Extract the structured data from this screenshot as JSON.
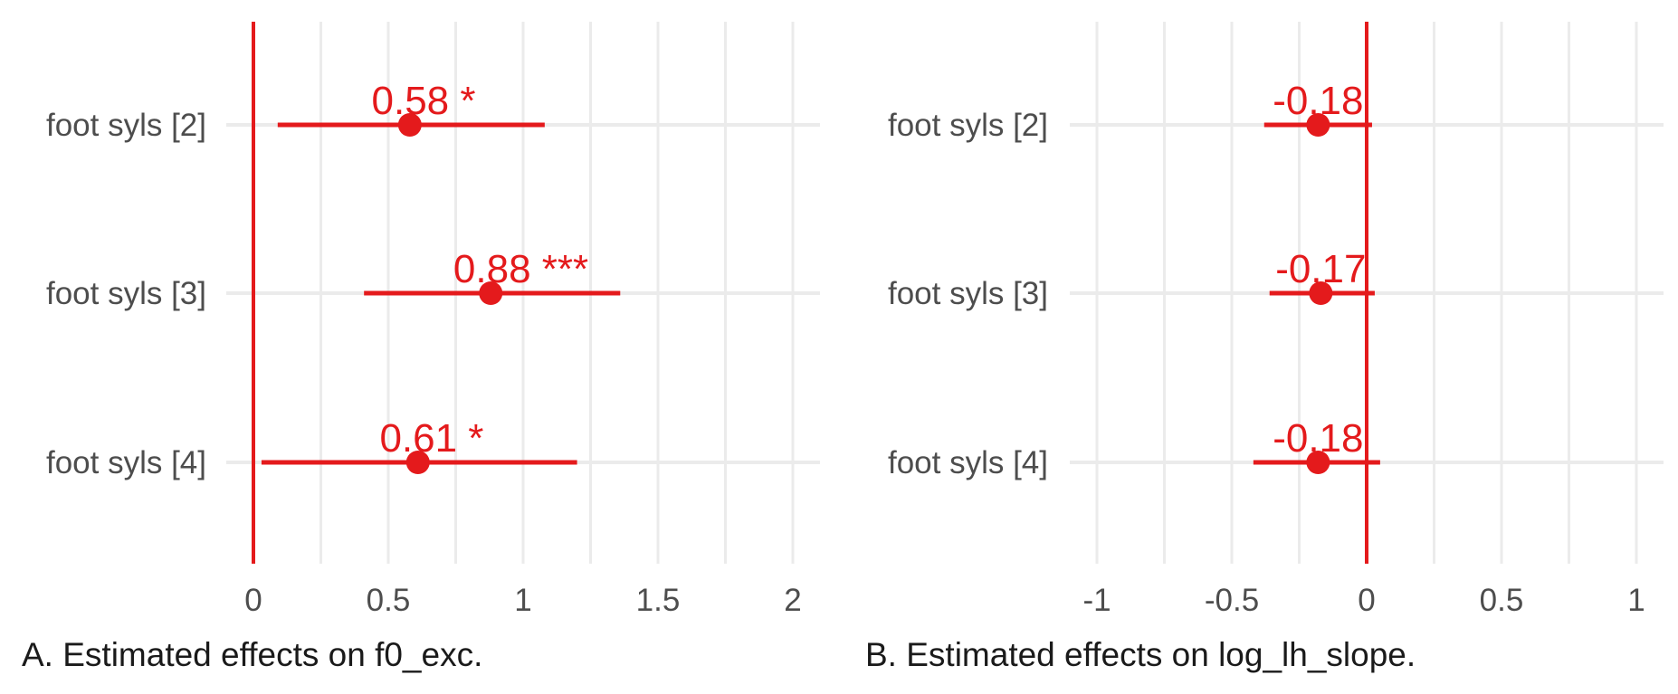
{
  "chart_data": [
    {
      "type": "scatter",
      "caption": "A. Estimated effects on f0_exc.",
      "xlim": [
        0,
        2
      ],
      "xticks": [
        "0",
        "0.5",
        "1",
        "1.5",
        "2"
      ],
      "xtick_values": [
        0,
        0.5,
        1,
        1.5,
        2
      ],
      "reference_line": 0,
      "grid": true,
      "color": "#e41a1c",
      "categories": [
        "foot syls [2]",
        "foot syls [3]",
        "foot syls [4]"
      ],
      "estimates": [
        0.58,
        0.88,
        0.61
      ],
      "ci_low": [
        0.09,
        0.41,
        0.03
      ],
      "ci_high": [
        1.08,
        1.36,
        1.2
      ],
      "labels": [
        "0.58 *",
        "0.88 ***",
        "0.61 *"
      ]
    },
    {
      "type": "scatter",
      "caption": "B. Estimated effects on log_lh_slope.",
      "xlim": [
        -1,
        1
      ],
      "xticks": [
        "-1",
        "-0.5",
        "0",
        "0.5",
        "1"
      ],
      "xtick_values": [
        -1,
        -0.5,
        0,
        0.5,
        1
      ],
      "reference_line": 0,
      "grid": true,
      "color": "#e41a1c",
      "categories": [
        "foot syls [2]",
        "foot syls [3]",
        "foot syls [4]"
      ],
      "estimates": [
        -0.18,
        -0.17,
        -0.18
      ],
      "ci_low": [
        -0.38,
        -0.36,
        -0.42
      ],
      "ci_high": [
        0.02,
        0.03,
        0.05
      ],
      "labels": [
        "-0.18",
        "-0.17",
        "-0.18"
      ]
    }
  ]
}
